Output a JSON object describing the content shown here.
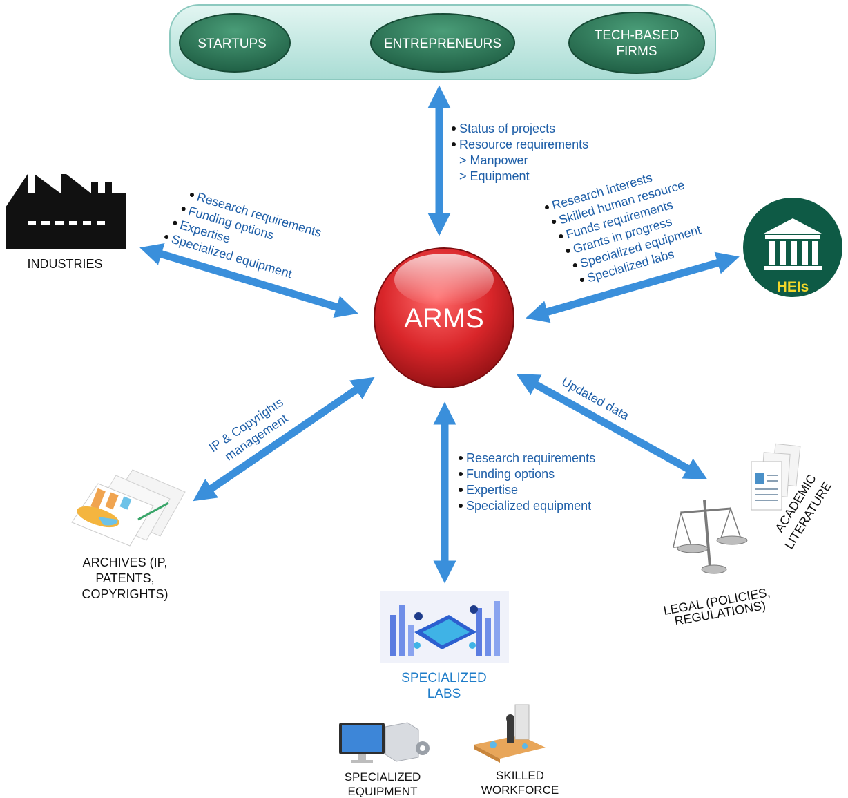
{
  "top_group": {
    "items": [
      "STARTUPS",
      "ENTREPRENEURS",
      "TECH-BASED FIRMS"
    ]
  },
  "center": {
    "label": "ARMS"
  },
  "nodes": {
    "industries": "INDUSTRIES",
    "heis": "HEIs",
    "archives": [
      "ARCHIVES (IP,",
      "PATENTS,",
      "COPYRIGHTS)"
    ],
    "legal": [
      "LEGAL (POLICIES,",
      "REGULATIONS)"
    ],
    "academic": [
      "ACADEMIC",
      "LITERATURE"
    ],
    "labs": [
      "SPECIALIZED",
      "LABS"
    ],
    "equipment": [
      "SPECIALIZED",
      "EQUIPMENT"
    ],
    "workforce": [
      "SKILLED",
      "WORKFORCE"
    ]
  },
  "flows": {
    "top": [
      "Status of projects",
      "Resource requirements"
    ],
    "top_sub": [
      "> Manpower",
      "> Equipment"
    ],
    "industries": [
      "Research requirements",
      "Funding options",
      "Expertise",
      "Specialized equipment"
    ],
    "heis": [
      "Research interests",
      "Skilled human resource",
      "Funds requirements",
      "Grants in progress",
      "Specialized equipment",
      "Specialized labs"
    ],
    "archives": [
      "IP & Copyrights",
      "management"
    ],
    "legal": [
      "Updated data"
    ],
    "labs": [
      "Research requirements",
      "Funding options",
      "Expertise",
      "Specialized equipment"
    ]
  },
  "colors": {
    "arrow": "#3a8fdb",
    "pill": "#2f7a5a",
    "group_bg": "#c9ece6",
    "center": "#d9262a",
    "heis_circle": "#0e5a45",
    "heis_text": "#f2d72a",
    "info_text": "#1f5fa8",
    "labs_label": "#1f7dc9"
  }
}
